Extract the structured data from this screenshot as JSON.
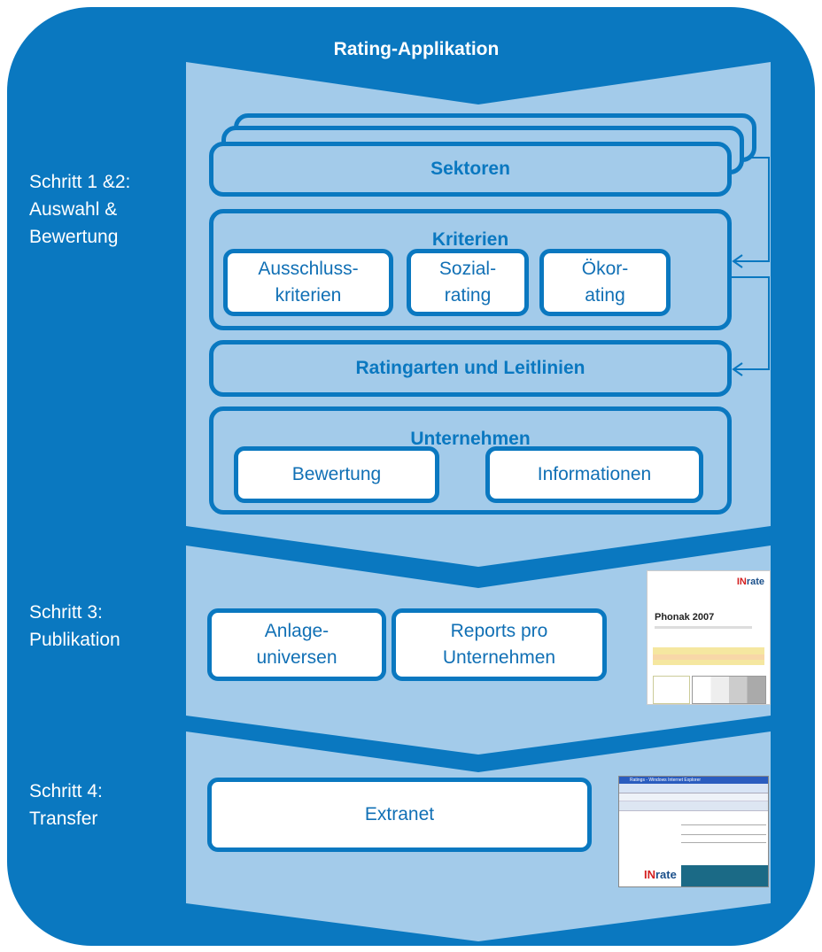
{
  "title": "Rating-Applikation",
  "steps": {
    "step12": "Schritt 1 &2:\nAuswahl &\nBewertung",
    "step3": "Schritt 3:\nPublikation",
    "step4": "Schritt 4:\nTransfer"
  },
  "sektoren": "Sektoren",
  "kriterien": {
    "title": "Kriterien",
    "items": [
      "Ausschluss-\nkriterien",
      "Sozial-\nrating",
      "Ökor-\nating"
    ]
  },
  "ratingarten": "Ratingarten  und Leitlinien",
  "unternehmen": {
    "title": "Unternehmen",
    "items": [
      "Bewertung",
      "Informationen"
    ]
  },
  "publikation": {
    "items": [
      "Anlage-\nuniversen",
      "Reports pro\nUnternehmen"
    ]
  },
  "transfer": {
    "extranet": "Extranet"
  },
  "report_thumbnail": {
    "logo": "INrate",
    "heading": "Phonak 2007"
  },
  "extranet_thumbnail": {
    "window_title": "Ratings - Windows Internet Explorer",
    "logo": "INrate"
  },
  "colors": {
    "dark_blue": "#0a78c0",
    "light_blue": "#a3cbea",
    "text_blue": "#1170b5"
  }
}
